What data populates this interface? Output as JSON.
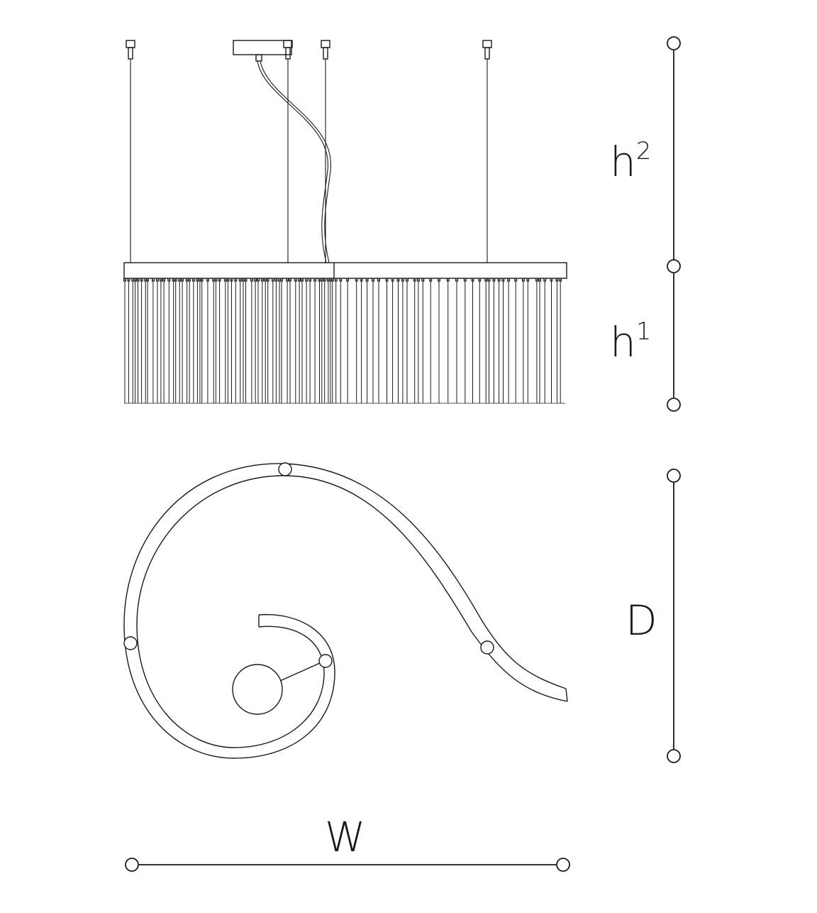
{
  "dimensions": {
    "h2": {
      "letter": "h",
      "index": "2"
    },
    "h1": {
      "letter": "h",
      "index": "1"
    },
    "depth": "D",
    "width": "W"
  },
  "colors": {
    "line": "#1a1a1a",
    "background": "#ffffff"
  }
}
